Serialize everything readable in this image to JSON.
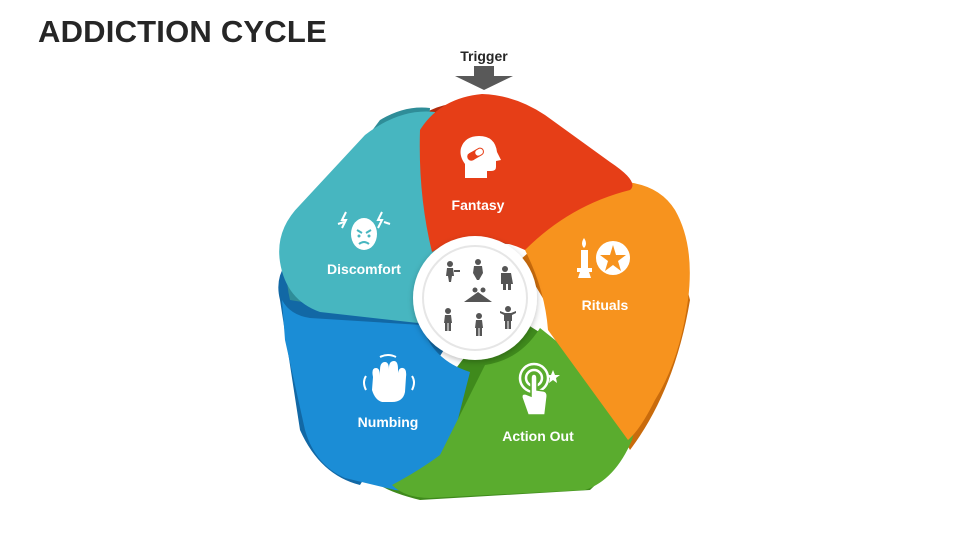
{
  "title": "ADDICTION CYCLE",
  "trigger_label": "Trigger",
  "segments": [
    {
      "label": "Fantasy",
      "icon": "head-pill-icon",
      "color": "#e63e17",
      "shade": "#b22b0c"
    },
    {
      "label": "Rituals",
      "icon": "candle-pentagram-icon",
      "color": "#f7931e",
      "shade": "#c96b0c"
    },
    {
      "label": "Action Out",
      "icon": "touch-hand-icon",
      "color": "#5aac2e",
      "shade": "#3f8a1c"
    },
    {
      "label": "Numbing",
      "icon": "numb-hand-icon",
      "color": "#1b8dd6",
      "shade": "#1268a5"
    },
    {
      "label": "Discomfort",
      "icon": "angry-face-icon",
      "color": "#47b6c0",
      "shade": "#2f8d98"
    }
  ],
  "center_icon": "people-cycle-icon",
  "colors": {
    "title": "#262626",
    "arrow": "#595959",
    "center_ring": "#e6e6e6"
  }
}
